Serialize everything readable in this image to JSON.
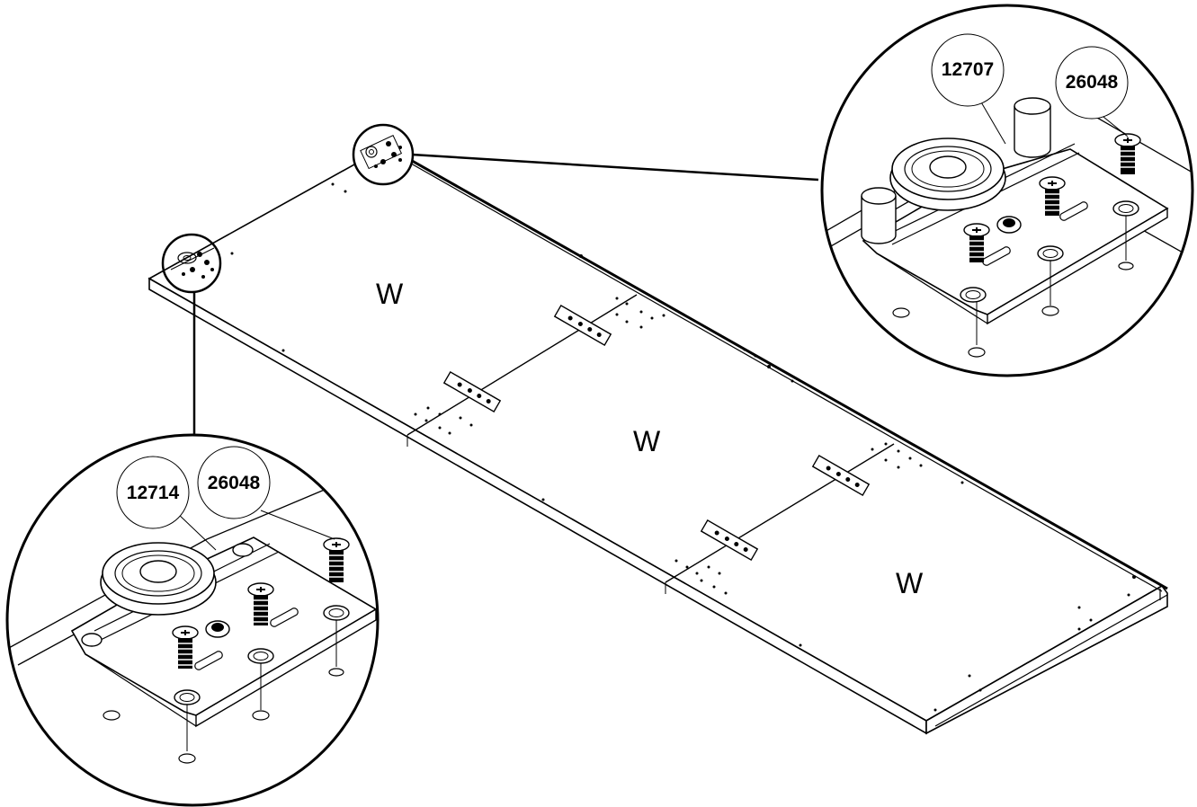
{
  "panels": [
    {
      "label": "W"
    },
    {
      "label": "W"
    },
    {
      "label": "W"
    }
  ],
  "detail_top_right": {
    "part_callouts": [
      "12707",
      "26048"
    ]
  },
  "detail_bottom_left": {
    "part_callouts": [
      "12714",
      "26048"
    ]
  },
  "colors": {
    "line": "#000000",
    "background": "#ffffff"
  }
}
